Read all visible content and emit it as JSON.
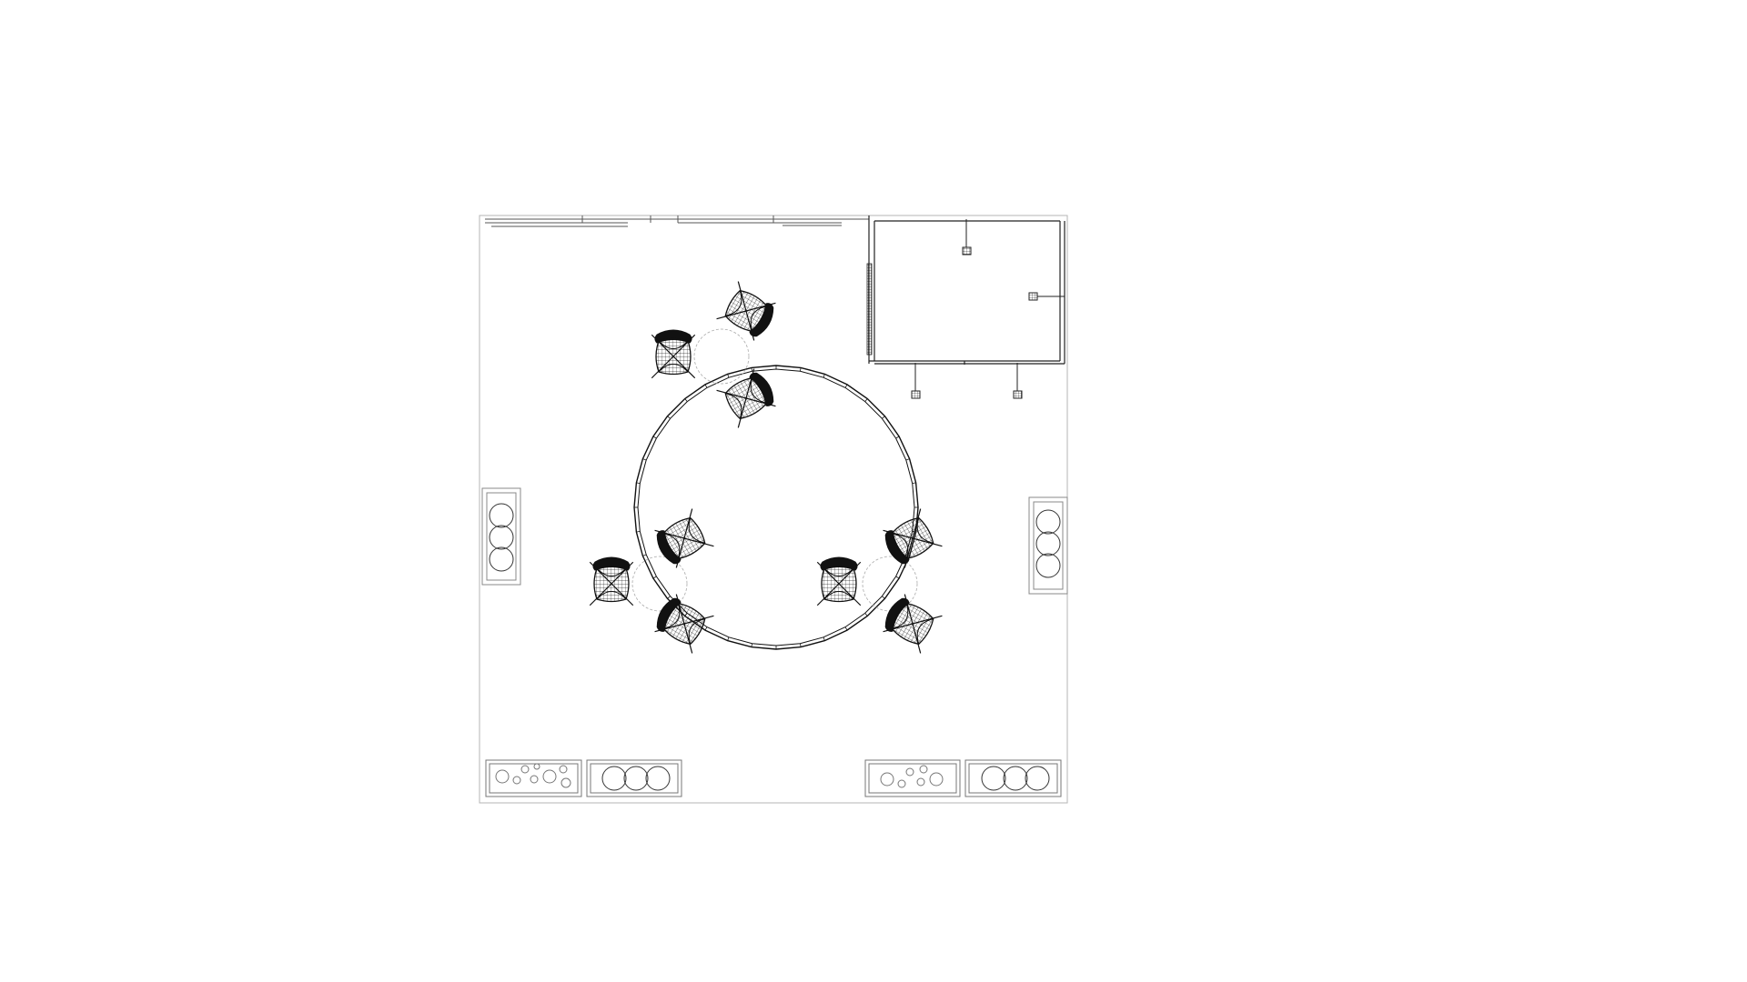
{
  "drawing": {
    "type": "floor-plan",
    "view": "top-down",
    "line_color": "#000000",
    "light_line_color": "#9a9a9a",
    "background": "#ffffff"
  },
  "elements": {
    "room_outline": {
      "name": "room-outline"
    },
    "side_room": {
      "name": "side-room-enclosure",
      "fixtures": 4
    },
    "round_table": {
      "name": "round-table",
      "segments": 36
    },
    "chair_groups": [
      {
        "name": "chair-group-top",
        "chairs": 3
      },
      {
        "name": "chair-group-left",
        "chairs": 3
      },
      {
        "name": "chair-group-right",
        "chairs": 3
      }
    ],
    "side_units": [
      {
        "name": "cabinet-left",
        "circles": 3
      },
      {
        "name": "cabinet-right",
        "circles": 3
      }
    ],
    "bottom_units": [
      {
        "name": "planter-bottom-left",
        "kind": "small-circles"
      },
      {
        "name": "cabinet-bottom-left",
        "circles": 3
      },
      {
        "name": "planter-bottom-right",
        "kind": "small-circles"
      },
      {
        "name": "cabinet-bottom-right",
        "circles": 3
      }
    ]
  }
}
